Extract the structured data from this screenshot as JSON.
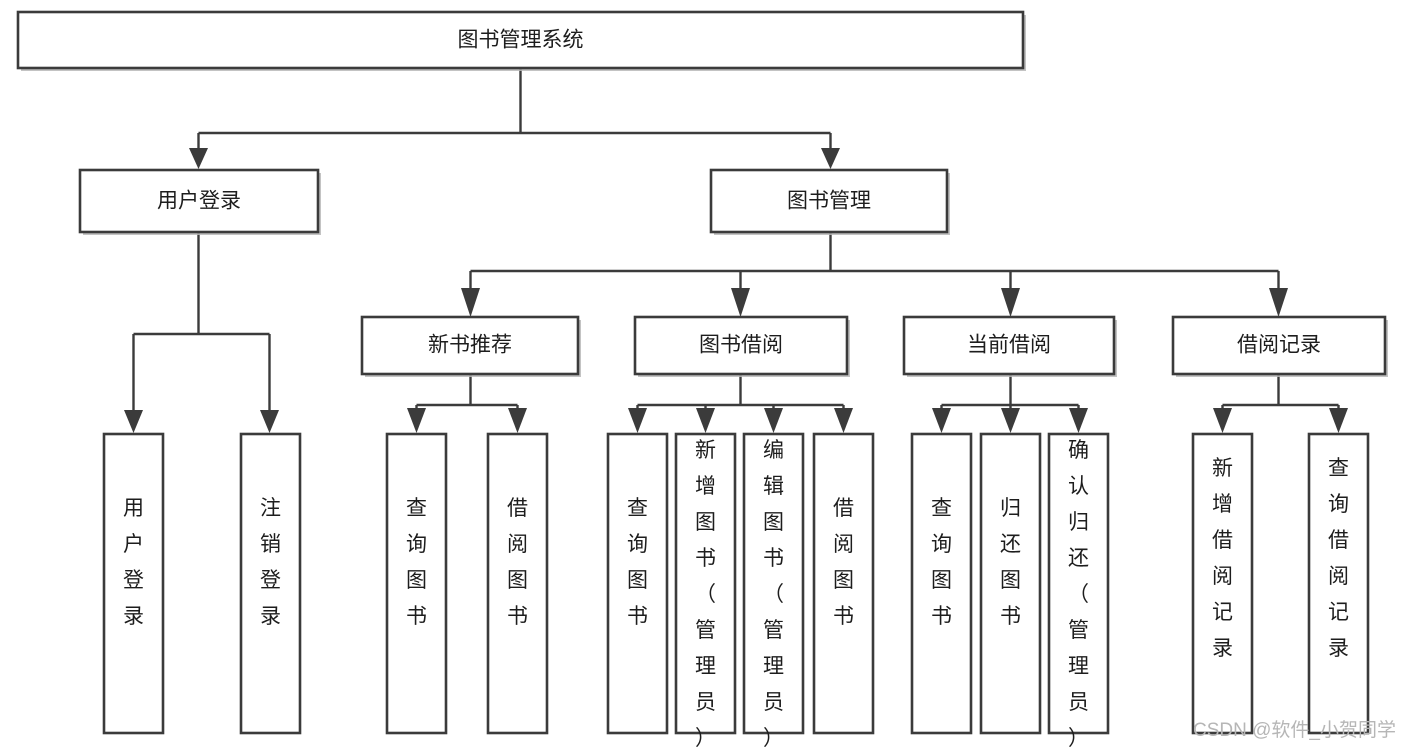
{
  "diagram": {
    "title": "图书管理系统",
    "type": "tree",
    "orientation": "top-down",
    "colors": {
      "background": "#ffffff",
      "box_stroke": "#3b3b3b",
      "box_fill": "#ffffff",
      "connector": "#3b3b3b",
      "text": "#1d1d1d",
      "watermark": "#b6b6b6"
    },
    "root": {
      "label": "图书管理系统",
      "text_orientation": "horizontal"
    },
    "level2": [
      {
        "label": "用户登录",
        "text_orientation": "horizontal"
      },
      {
        "label": "图书管理",
        "text_orientation": "horizontal"
      }
    ],
    "level3": [
      {
        "label": "新书推荐",
        "text_orientation": "horizontal",
        "parent": "图书管理"
      },
      {
        "label": "图书借阅",
        "text_orientation": "horizontal",
        "parent": "图书管理"
      },
      {
        "label": "当前借阅",
        "text_orientation": "horizontal",
        "parent": "图书管理"
      },
      {
        "label": "借阅记录",
        "text_orientation": "horizontal",
        "parent": "图书管理"
      }
    ],
    "leaves": {
      "user_login": [
        {
          "label": "用户登录",
          "text_orientation": "vertical"
        },
        {
          "label": "注销登录",
          "text_orientation": "vertical"
        }
      ],
      "new_book_recommend": [
        {
          "label": "查询图书",
          "text_orientation": "vertical"
        },
        {
          "label": "借阅图书",
          "text_orientation": "vertical"
        }
      ],
      "book_borrow": [
        {
          "label": "查询图书",
          "text_orientation": "vertical"
        },
        {
          "label": "新增图书（管理员）",
          "text_orientation": "vertical"
        },
        {
          "label": "编辑图书（管理员）",
          "text_orientation": "vertical"
        },
        {
          "label": "借阅图书",
          "text_orientation": "vertical"
        }
      ],
      "current_borrow": [
        {
          "label": "查询图书",
          "text_orientation": "vertical"
        },
        {
          "label": "归还图书",
          "text_orientation": "vertical"
        },
        {
          "label": "确认归还（管理员）",
          "text_orientation": "vertical"
        }
      ],
      "borrow_record": [
        {
          "label": "新增借阅记录",
          "text_orientation": "vertical"
        },
        {
          "label": "查询借阅记录",
          "text_orientation": "vertical"
        }
      ]
    }
  },
  "watermark": {
    "text": "CSDN @软件_小贺同学"
  }
}
